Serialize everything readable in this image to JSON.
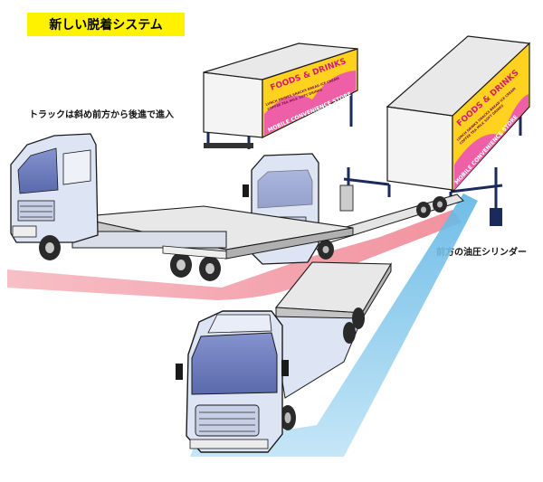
{
  "title": "新しい脱着システム",
  "labels": {
    "truck_entry": "トラックは斜め前方から後進で進入",
    "front_cylinder": "前方の油圧シリンダー"
  },
  "container_signage": {
    "heading": "FOODS & DRINKS",
    "subtext_line1": "LUNCH DRINKS SNACKS BREAD ICE CREAM",
    "subtext_line2": "COFFEE TEA MILK SOFT DRINKS",
    "footer": "MOBILE CONVENIENCE STORE"
  },
  "colors": {
    "title_bg": "#fff200",
    "truck_body": "#dde4f4",
    "truck_outline": "#1a1a1a",
    "windshield": "#6f7fc0",
    "deck": "#e6e6e6",
    "red_path": "#f08a96",
    "blue_path": "#7fc6ea",
    "sign_yellow": "#ffd21f",
    "sign_pink": "#ef5fa8",
    "sign_text": "#d4197a"
  },
  "icons": [
    "truck-cab-icon",
    "container-icon",
    "hydraulic-leg-icon",
    "wheel-icon"
  ]
}
